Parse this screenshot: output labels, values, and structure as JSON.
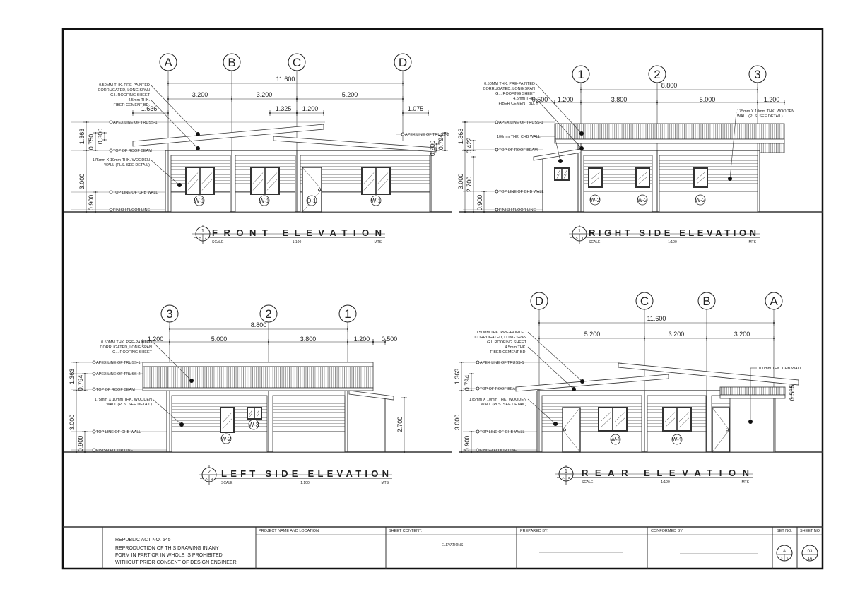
{
  "front": {
    "title": "FRONT ELEVATION",
    "scale_label": "SCALE",
    "scale": "1:100",
    "unit": "MTS",
    "ref": {
      "num": "1",
      "sheet": "A",
      "page": "3"
    },
    "grids": [
      "A",
      "B",
      "C",
      "D"
    ],
    "dims": [
      "11.600",
      "3.200",
      "3.200",
      "5.200",
      "1.636",
      "1.325",
      "1.200",
      "1.075",
      "1.363",
      "0.750",
      "0.300",
      "3.000",
      "0.900",
      "0.200",
      "0.794"
    ],
    "levels": [
      "APEX LINE OF TRUSS-1",
      "TOP OF ROOF BEAM",
      "TOP LINE OF CHB WALL",
      "FINISH FLOOR LINE",
      "APEX LINE OF TRUSS-2"
    ],
    "notes": {
      "roofing": [
        "0.50MM THK. PRE-PAINTED",
        "CORRUGATED, LONG SPAN",
        "G.I.    ROOFING SHEET"
      ],
      "fiber": [
        "4.5mm THK.",
        "FIBER CEMENT BD."
      ],
      "wall": [
        "175mm X 10mm  THK. WOODEN",
        "WALL (PLS. SEE DETAIL)"
      ]
    },
    "tags": [
      "W-1",
      "W-1",
      "D-1",
      "W-1"
    ]
  },
  "right": {
    "title": "RIGHT SIDE ELEVATION",
    "scale_label": "SCALE",
    "scale": "1:100",
    "unit": "MTS",
    "ref": {
      "num": "1",
      "sheet": "A",
      "page": "3"
    },
    "grids": [
      "1",
      "2",
      "3"
    ],
    "dims": [
      "8.800",
      "0.500",
      "1.200",
      "3.800",
      "5.000",
      "1.200",
      "1.363",
      "0.422",
      "3.000",
      "2.700",
      "0.900"
    ],
    "levels": [
      "APEX LINE OF TRUSS-1",
      "100mm THK. CHB WALL",
      "TOP OF ROOF BEAM",
      "TOP LINE OF CHB WALL",
      "FINISH FLOOR LINE"
    ],
    "notes": {
      "roofing": [
        "0.50MM THK. PRE-PAINTED",
        "CORRUGATED, LONG SPAN",
        "G.I.    ROOFING SHEET"
      ],
      "fiber": [
        "4.5mm THK.",
        "FIBER CEMENT BD."
      ],
      "wall": [
        "175mm X 10mm  THK. WOODEN",
        "WALL (PLS. SEE DETAIL)"
      ]
    },
    "tags": [
      "W-2",
      "W-2",
      "W-2"
    ]
  },
  "left": {
    "title": "LEFT SIDE ELEVATION",
    "scale_label": "SCALE",
    "scale": "1:100",
    "unit": "MTS",
    "ref": {
      "num": "2",
      "sheet": "A",
      "page": "3"
    },
    "grids": [
      "3",
      "2",
      "1"
    ],
    "dims": [
      "8.800",
      "1.200",
      "5.000",
      "3.800",
      "1.200",
      "0.500",
      "1.363",
      "0.794",
      "3.000",
      "0.900",
      "2.700"
    ],
    "levels": [
      "APEX LINE OF TRUSS-1",
      "APEX LINE OF TRUSS-2",
      "TOP OF ROOF BEAM",
      "TOP LINE OF CHB WALL",
      "FINISH FLOOR LINE"
    ],
    "notes": {
      "roofing": [
        "0.50MM THK. PRE-PAINTED",
        "CORRUGATED, LONG SPAN",
        "G.I.    ROOFING SHEET"
      ],
      "wall": [
        "175mm X 10mm  THK. WOODEN",
        "WALL (PLS. SEE DETAIL)"
      ]
    },
    "tags": [
      "W-2",
      "W-3"
    ]
  },
  "rear": {
    "title": "REAR ELEVATION",
    "scale_label": "SCALE",
    "scale": "1:100",
    "unit": "MTS",
    "ref": {
      "num": "1",
      "sheet": "A",
      "page": "3"
    },
    "grids": [
      "D",
      "C",
      "B",
      "A"
    ],
    "dims": [
      "11.600",
      "5.200",
      "3.200",
      "3.200",
      "1.363",
      "0.794",
      "3.000",
      "0.900",
      "0.585"
    ],
    "levels": [
      "APEX LINE OF TRUSS-1",
      "TOP OF ROOF BEAM",
      "TOP LINE OF CHB WALL",
      "FINISH FLOOR LINE"
    ],
    "notes": {
      "roofing": [
        "0.50MM THK. PRE-PAINTED",
        "CORRUGATED, LONG SPAN",
        "G.I.    ROOFING SHEET"
      ],
      "fiber": [
        "4.5mm THK.",
        "FIBER CEMENT BD."
      ],
      "wall": [
        "175mm X 10mm  THK. WOODEN",
        "WALL (PLS. SEE DETAIL)"
      ],
      "chb": "100mm THK. CHB WALL"
    },
    "tags": [
      "W-1",
      "W-1"
    ]
  },
  "title_block": {
    "law": "REPUBLIC ACT NO. 545",
    "warning": [
      "REPRODUCTION OF THIS DRAWING IN ANY",
      "FORM  IN PART OR IN WHOLE IS PROHIBITED",
      "WITHOUT PRIOR CONSENT OF DESIGN ENGINEER."
    ],
    "project_label": "PROJECT NAME AND LOCATION:",
    "sheet_content_label": "SHEET CONTENT:",
    "sheet_content": "ELEVATIONS",
    "prepared_label": "PREPARED BY:",
    "conformed_label": "CONFORMED BY:",
    "set_label": "SET NO.",
    "sheet_label": "SHEET NO",
    "set": {
      "letter": "A",
      "left": "3",
      "right": "5"
    },
    "sheet": {
      "num": "03",
      "total": "16"
    }
  }
}
